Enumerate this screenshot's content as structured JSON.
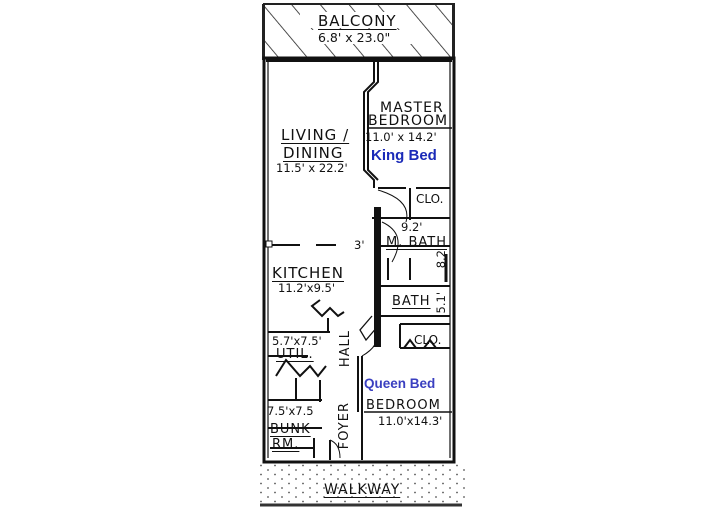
{
  "floorplan": {
    "balcony": {
      "label": "BALCONY",
      "dims": "6.8' x 23.0\""
    },
    "living_dining": {
      "label_line1": "LIVING /",
      "label_line2": "DINING",
      "dims": "11.5' x 22.2'"
    },
    "master_bedroom": {
      "label_line1": "MASTER",
      "label_line2": "BEDROOM",
      "dims": "11.0' x 14.2'",
      "bed": "King Bed"
    },
    "master_closet": {
      "label": "CLO."
    },
    "master_bath": {
      "label": "M. BATH",
      "dim_width": "9.2'",
      "dim_depth": "8.2"
    },
    "opening_dim": "3'",
    "kitchen": {
      "label": "KITCHEN",
      "dims": "11.2'x9.5'"
    },
    "bath": {
      "label": "BATH",
      "dim_depth": "5.1'"
    },
    "closet2": {
      "label": "CLO."
    },
    "utility": {
      "label": "UTIL.",
      "dims": "5.7'x7.5'"
    },
    "hall": {
      "label": "HALL"
    },
    "bedroom": {
      "label": "BEDROOM",
      "dims": "11.0'x14.3'",
      "bed": "Queen Bed"
    },
    "bunk_room": {
      "label_line1": "BUNK",
      "label_line2": "RM.",
      "dims": "7.5'x7.5"
    },
    "foyer": {
      "label": "FOYER"
    },
    "walkway": {
      "label": "WALKWAY"
    }
  }
}
